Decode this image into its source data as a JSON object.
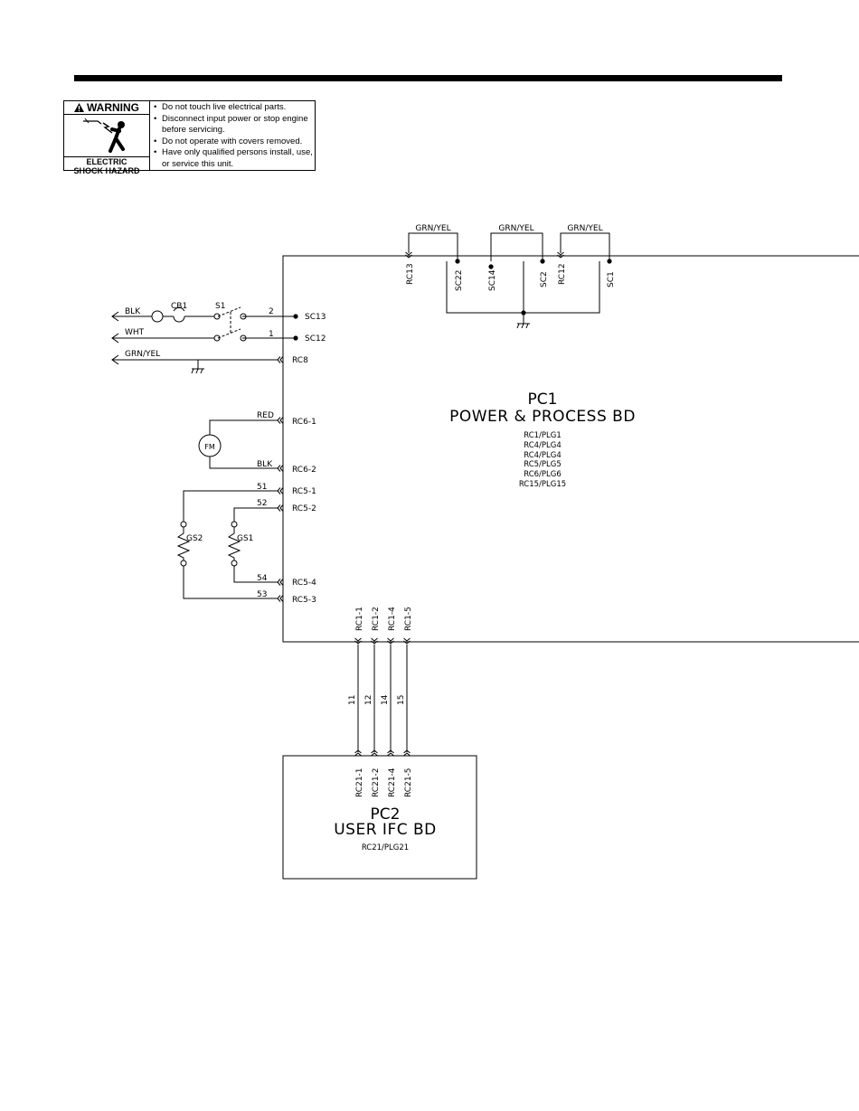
{
  "warning_label": {
    "title": "WARNING",
    "hazard_line1": "ELECTRIC",
    "hazard_line2": "SHOCK HAZARD",
    "bullets": [
      "Do not touch live electrical parts.",
      "Disconnect input power or stop engine before servicing.",
      "Do not operate with covers removed.",
      "Have only qualified persons install, use, or service this unit."
    ]
  },
  "pc1": {
    "name": "PC1",
    "title": "POWER & PROCESS BD",
    "plugs": [
      "RC1/PLG1",
      "RC4/PLG4",
      "RC4/PLG4",
      "RC5/PLG5",
      "RC6/PLG6",
      "RC15/PLG15"
    ]
  },
  "pc2": {
    "name": "PC2",
    "title": "USER IFC BD",
    "plug": "RC21/PLG21"
  },
  "ground_jumpers": {
    "wire": "GRN/YEL",
    "connectors": [
      "RC13",
      "SC22",
      "SC14",
      "SC2",
      "RC12",
      "SC1"
    ]
  },
  "input_wires": [
    {
      "color": "BLK",
      "wire": "2",
      "terminal": "SC13"
    },
    {
      "color": "WHT",
      "wire": "1",
      "terminal": "SC12"
    },
    {
      "color": "GRN/YEL",
      "terminal": "RC8"
    }
  ],
  "components": {
    "breaker": "CB1",
    "switch": "S1",
    "fan_motor": "FM",
    "gas_solenoid_1": "GS1",
    "gas_solenoid_2": "GS2"
  },
  "fan_connections": [
    {
      "wire": "RED",
      "pin": "RC6-1"
    },
    {
      "wire": "BLK",
      "pin": "RC6-2"
    }
  ],
  "solenoid_connections": [
    {
      "wire": "51",
      "pin": "RC5-1"
    },
    {
      "wire": "52",
      "pin": "RC5-2"
    },
    {
      "wire": "54",
      "pin": "RC5-4"
    },
    {
      "wire": "53",
      "pin": "RC5-3"
    }
  ],
  "ribbon": {
    "pc1_pins": [
      "RC1-1",
      "RC1-2",
      "RC1-4",
      "RC1-5"
    ],
    "wires": [
      "11",
      "12",
      "14",
      "15"
    ],
    "pc2_pins": [
      "RC21-1",
      "RC21-2",
      "RC21-4",
      "RC21-5"
    ]
  }
}
